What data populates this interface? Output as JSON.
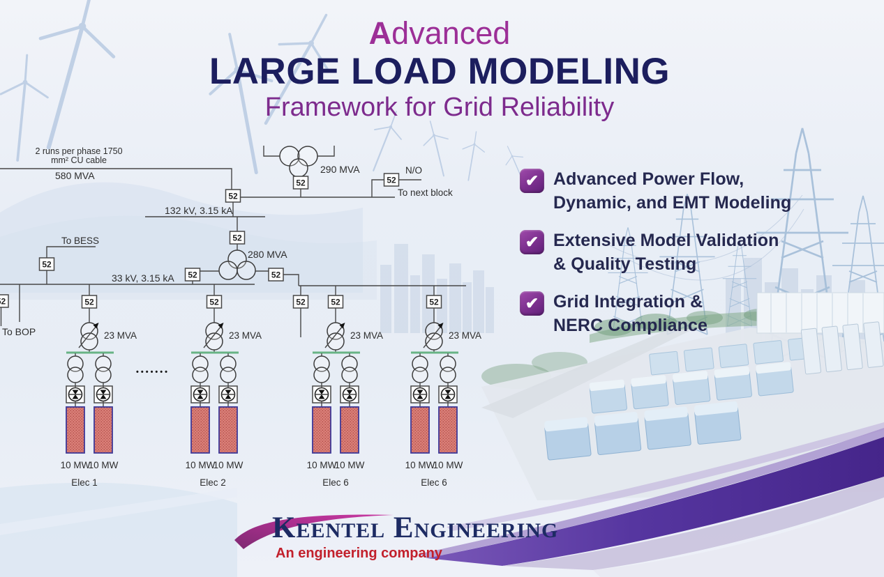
{
  "title": {
    "advanced_bold": "A",
    "advanced_rest": "dvanced",
    "main": "LARGE LOAD MODELING",
    "subtitle": "Framework for Grid Reliability"
  },
  "checklist": {
    "check_icon": "✔",
    "items": [
      {
        "line1": "Advanced Power Flow,",
        "line2": "Dynamic, and EMT Modeling"
      },
      {
        "line1": "Extensive Model Validation",
        "line2": "& Quality Testing"
      },
      {
        "line1": "Grid Integration &",
        "line2": "NERC Compliance"
      }
    ]
  },
  "diagram": {
    "breaker": "52",
    "cable_note_1": "2 runs per phase 1750",
    "cable_note_2": "mm² CU cable",
    "rating_cable": "580  MVA",
    "bus_hv": "132 kV, 3.15 kA",
    "rating_t1": "290 MVA",
    "tie_no": "N/O",
    "tie_next": "To next block",
    "to_bess": "To BESS",
    "rating_t2": "280 MVA",
    "bus_mv": "33 kV, 3.15 kA",
    "to_bop": "To BOP",
    "rating_feeder": "23 MVA",
    "load_rating": "10 MW",
    "ellipsis": "•••••••",
    "feeders": [
      "Elec 1",
      "Elec 2",
      "Elec 6",
      "Elec 6"
    ]
  },
  "logo": {
    "company": "Keentel Engineering",
    "tagline": "An engineering company"
  },
  "colors": {
    "accent_magenta": "#9c2f97",
    "navy": "#1c1e5e",
    "purple": "#7d2b8d",
    "check_purple": "#7b2f8e",
    "swoosh_purple": "#46268c",
    "load_fill": "#d98079",
    "load_border": "#3e3796",
    "bus_green": "#67b385",
    "logo_red": "#c2202c"
  }
}
